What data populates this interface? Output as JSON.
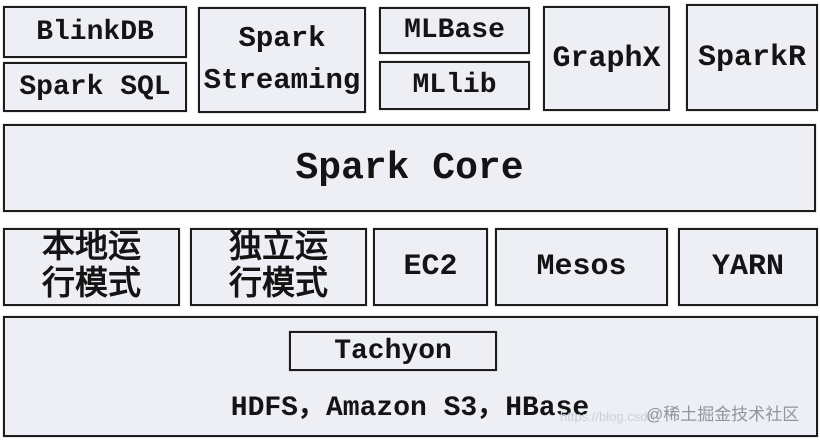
{
  "colors": {
    "background": "#ffffff",
    "box_fill": "#edeff5",
    "box_border": "#1c1c1c",
    "text": "#141414",
    "watermark_handle": "#8f959f",
    "watermark_url": "#c9cfdc"
  },
  "top_row": {
    "blinkdb": "BlinkDB",
    "spark_sql": "Spark SQL",
    "spark_streaming": "Spark Streaming",
    "mlbase": "MLBase",
    "mllib": "MLlib",
    "graphx": "GraphX",
    "sparkr": "SparkR"
  },
  "core_row": {
    "spark_core": "Spark Core"
  },
  "cluster_row": {
    "local_mode_line1": "本地运",
    "local_mode_line2": "行模式",
    "standalone_mode_line1": "独立运",
    "standalone_mode_line2": "行模式",
    "ec2": "EC2",
    "mesos": "Mesos",
    "yarn": "YARN"
  },
  "storage_row": {
    "tachyon": "Tachyon",
    "systems": "HDFS，Amazon S3，HBase"
  },
  "watermark": {
    "handle": "@稀土掘金技术社区",
    "url_fragment": "https://blog.csdn"
  }
}
